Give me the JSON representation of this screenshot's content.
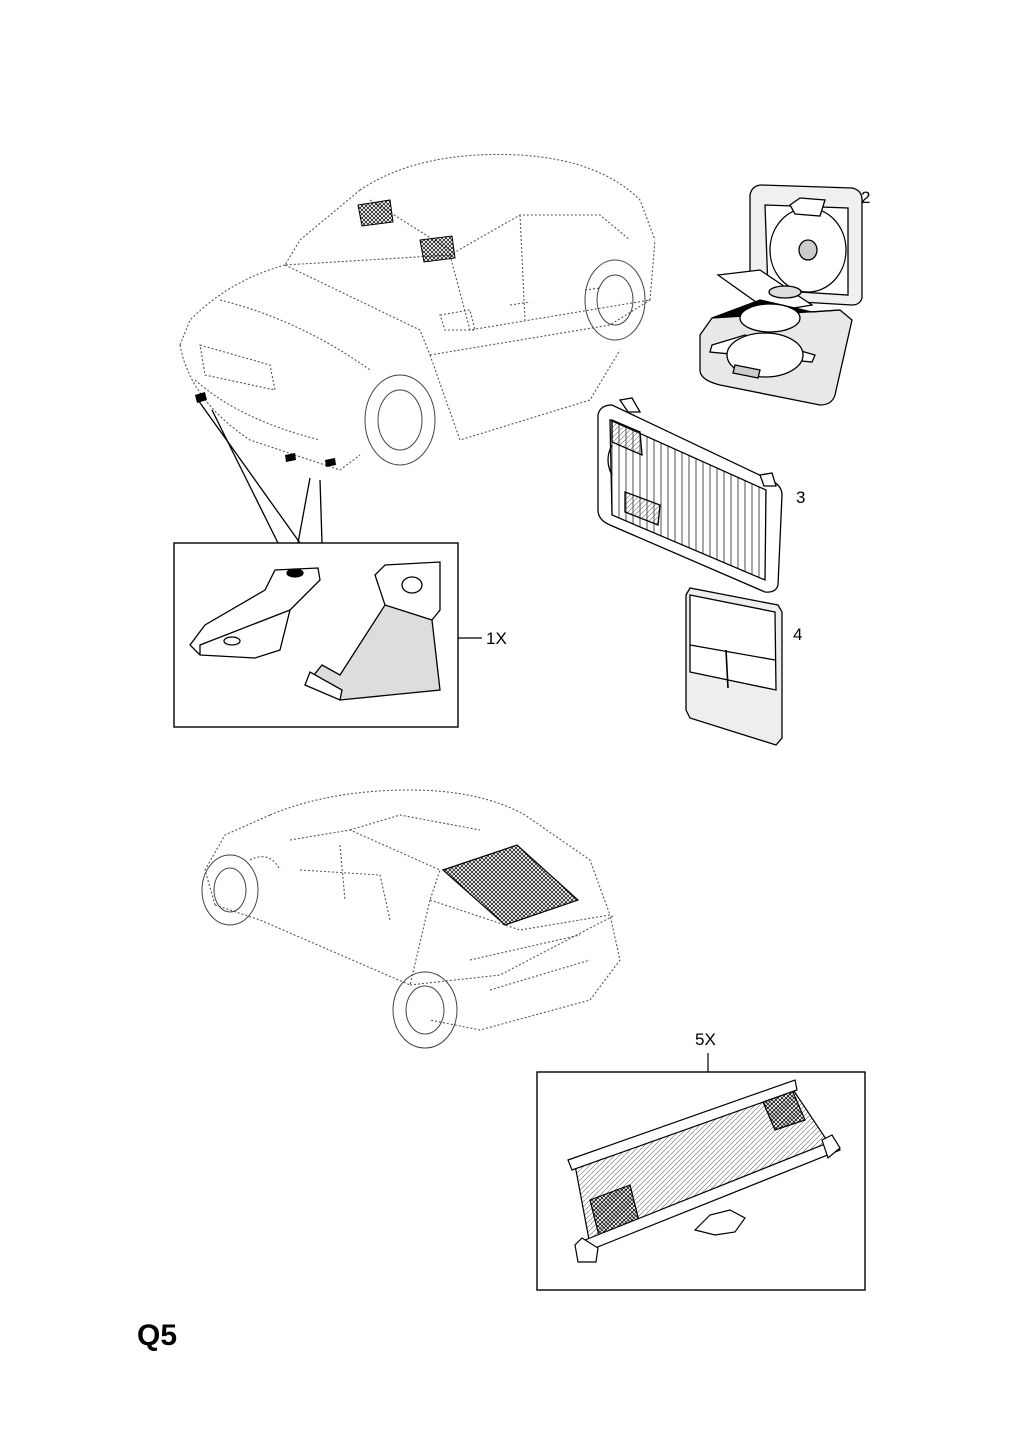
{
  "page": {
    "code": "Q5"
  },
  "callouts": {
    "item_1": "1X",
    "item_2": "2",
    "item_3": "3",
    "item_4": "4",
    "item_5": "5X"
  }
}
